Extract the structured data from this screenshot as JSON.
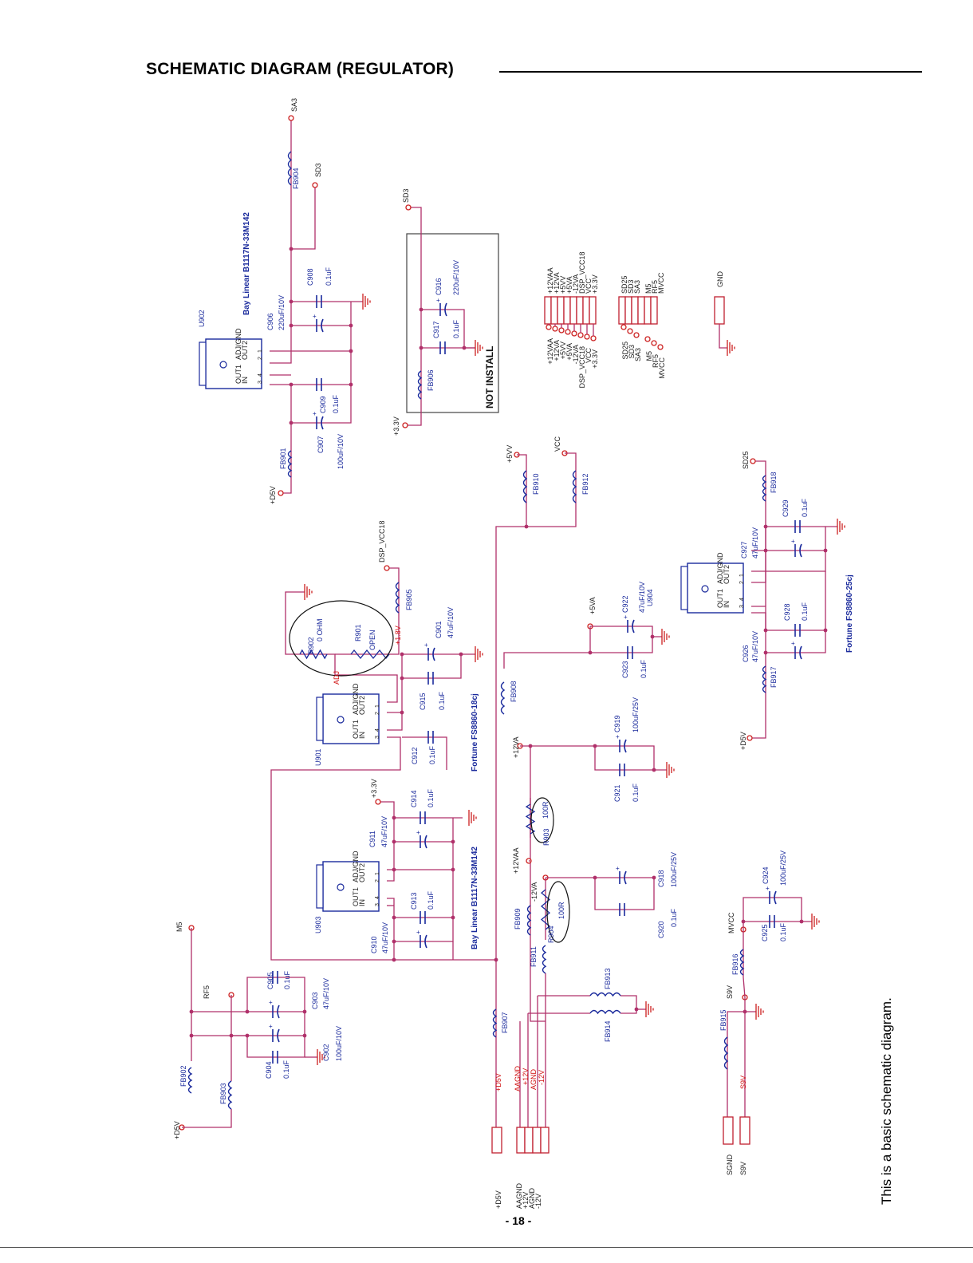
{
  "page": {
    "title": "SCHEMATIC  DIAGRAM (REGULATOR)",
    "page_number": "- 18 -",
    "side_note": "This is a basic schematic diagram."
  },
  "colors": {
    "wire": "#b0306a",
    "component": "#1a2a9c",
    "net_label": "#222222",
    "net_label_red": "#d01010",
    "ground": "#cc2020",
    "junction": "#b0306a",
    "pin_circle": "#cc2020",
    "note_box": "#444444"
  },
  "regulators": [
    {
      "ref": "U902",
      "part": "Bay Linear B1117N-33M142"
    },
    {
      "ref": "U901",
      "part": "Fortune FS8860-18cj"
    },
    {
      "ref": "U903",
      "part": "Bay Linear B1117N-33M142"
    },
    {
      "ref": "U904",
      "part": "Fortune FS8860-25cj"
    }
  ],
  "regulator_pins": {
    "in": "IN",
    "out1": "OUT1",
    "out2": "OUT2",
    "adj": "ADJ/GND",
    "n3": "3",
    "n4": "4",
    "n2": "2",
    "n1": "1"
  },
  "components": {
    "C906": {
      "ref": "C906",
      "value": "220uF/10V"
    },
    "C908": {
      "ref": "C908",
      "value": "0.1uF"
    },
    "C909": {
      "ref": "C909",
      "value": "0.1uF"
    },
    "C907": {
      "ref": "C907",
      "value": "100uF/10V"
    },
    "FB901": {
      "ref": "FB901"
    },
    "FB904": {
      "ref": "FB904"
    },
    "C916": {
      "ref": "C916",
      "value": "220uF/10V"
    },
    "C917": {
      "ref": "C917",
      "value": "0.1uF"
    },
    "FB906": {
      "ref": "FB906"
    },
    "FB910": {
      "ref": "FB910"
    },
    "FB912": {
      "ref": "FB912"
    },
    "R902": {
      "ref": "R902",
      "value": "0 OHM"
    },
    "R901": {
      "ref": "R901",
      "value": "OPEN"
    },
    "FB905": {
      "ref": "FB905"
    },
    "C901": {
      "ref": "C901",
      "value": "47uF/10V"
    },
    "C915": {
      "ref": "C915",
      "value": "0.1uF"
    },
    "C912": {
      "ref": "C912",
      "value": "0.1uF"
    },
    "C922": {
      "ref": "C922",
      "value": "47uF/10V"
    },
    "C923": {
      "ref": "C923",
      "value": "0.1uF"
    },
    "FB908": {
      "ref": "FB908"
    },
    "FB918": {
      "ref": "FB918"
    },
    "C929": {
      "ref": "C929",
      "value": "0.1uF"
    },
    "C927": {
      "ref": "C927",
      "value": "47uF/10V"
    },
    "C928": {
      "ref": "C928",
      "value": "0.1uF"
    },
    "C926": {
      "ref": "C926",
      "value": "47uF/10V"
    },
    "FB917": {
      "ref": "FB917"
    },
    "C919": {
      "ref": "C919",
      "value": "100uF/25V"
    },
    "C921": {
      "ref": "C921",
      "value": "0.1uF"
    },
    "R903": {
      "ref": "R903",
      "value": "100R"
    },
    "R904": {
      "ref": "R904",
      "value": "100R"
    },
    "C918": {
      "ref": "C918",
      "value": "100uF/25V"
    },
    "C920": {
      "ref": "C920",
      "value": "0.1uF"
    },
    "FB909": {
      "ref": "FB909"
    },
    "FB911": {
      "ref": "FB911"
    },
    "FB913": {
      "ref": "FB913"
    },
    "FB914": {
      "ref": "FB914"
    },
    "FB907": {
      "ref": "FB907"
    },
    "C914": {
      "ref": "C914",
      "value": "0.1uF"
    },
    "C911": {
      "ref": "C911",
      "value": "47uF/10V"
    },
    "C913": {
      "ref": "C913",
      "value": "0.1uF"
    },
    "C910": {
      "ref": "C910",
      "value": "47uF/10V"
    },
    "C905": {
      "ref": "C905",
      "value": "0.1uF"
    },
    "C903": {
      "ref": "C903",
      "value": "47uF/10V"
    },
    "C904": {
      "ref": "C904",
      "value": "0.1uF"
    },
    "C902": {
      "ref": "C902",
      "value": "100uF/10V"
    },
    "FB902": {
      "ref": "FB902"
    },
    "FB903": {
      "ref": "FB903"
    },
    "C924": {
      "ref": "C924",
      "value": "100uF/25V"
    },
    "C925": {
      "ref": "C925",
      "value": "0.1uF"
    },
    "FB916": {
      "ref": "FB916"
    },
    "FB915": {
      "ref": "FB915"
    }
  },
  "nets": {
    "SA3": "SA3",
    "SD3": "SD3",
    "D5V": "+D5V",
    "V33": "+3.3V",
    "V5VV": "+5VV",
    "VCC": "VCC",
    "DSP_VCC18": "DSP_VCC18",
    "V18": "+1.8V",
    "ADJ": "ADJ",
    "V5VA": "+5VA",
    "SD25": "SD25",
    "V12VA": "+12VA",
    "V12VAA": "+12VAA",
    "M12VA": "-12VA",
    "M5": "M5",
    "RF5": "RF5",
    "MVCC": "MVCC",
    "S9V": "S9V",
    "GND": "GND",
    "AAGND": "AAGND",
    "P12V": "+12V",
    "AGND": "AGND",
    "M12V": "-12V",
    "SGND": "SGND"
  },
  "note_box": {
    "text": "NOT INSTALL"
  },
  "connector_top": {
    "left": [
      "+12VAA",
      "+12VA",
      "+5VV",
      "+5VA",
      "-12VA",
      "DSP_VCC18",
      "VCC",
      "+3.3V"
    ],
    "right": [
      "+12VAA",
      "+12VA",
      "+5VV",
      "+5VA",
      "-12VA",
      "DSP_VCC18",
      "VCC",
      "+3.3V"
    ]
  },
  "connector_small": {
    "left": [
      "SD25",
      "SD3",
      "SA3",
      "M5",
      "RF5",
      "MVCC"
    ],
    "right": [
      "SD25",
      "SD3",
      "SA3",
      "M5",
      "RF5",
      "MVCC"
    ]
  },
  "connector_bottom": [
    "+D5V",
    "AAGND",
    "+12V",
    "AGND",
    "-12V"
  ],
  "connector_s9v": [
    "SGND",
    "S9V"
  ]
}
